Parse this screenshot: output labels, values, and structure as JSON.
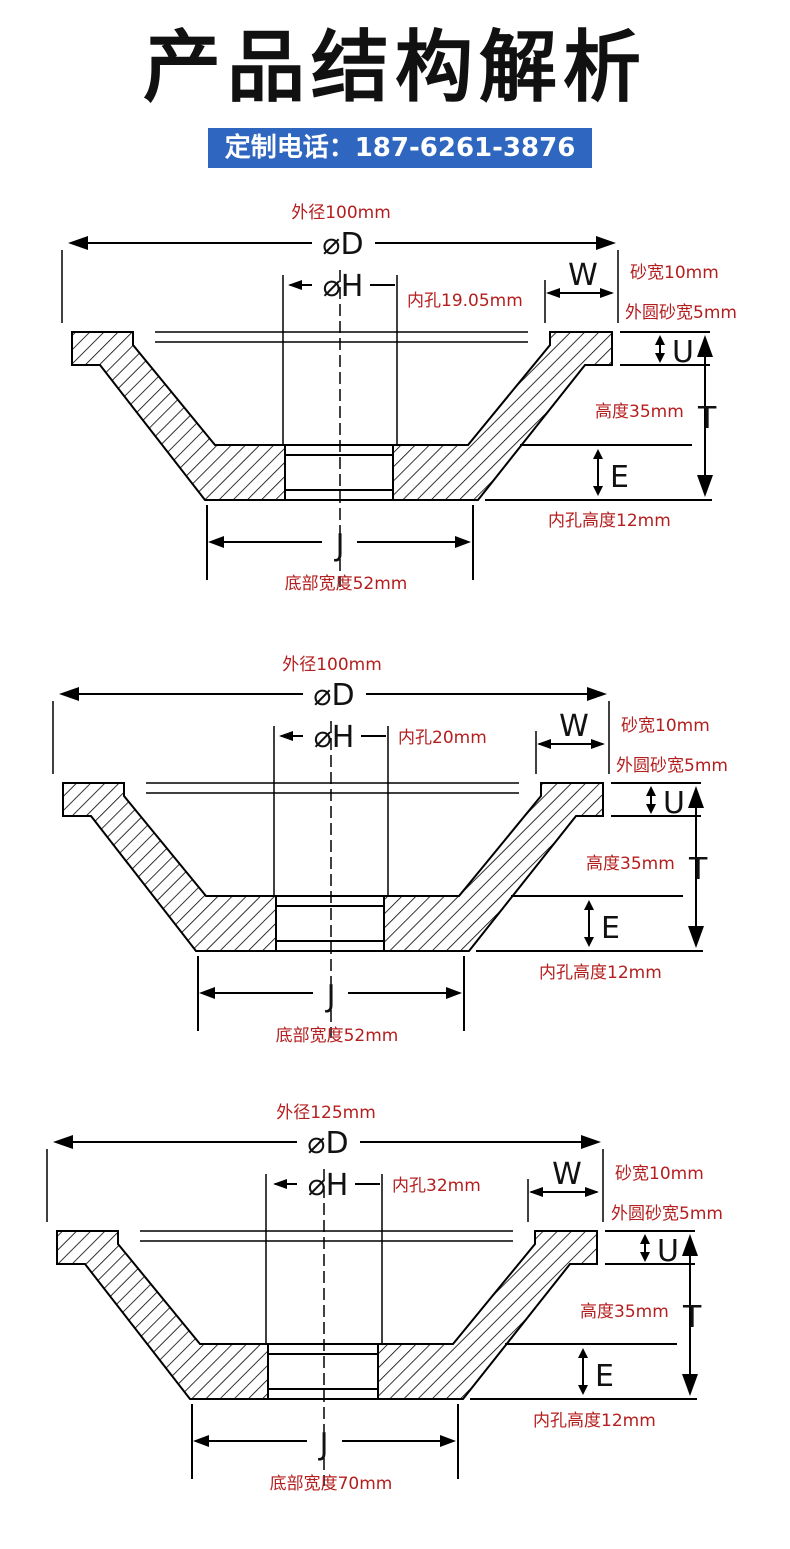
{
  "title": "产品结构解析",
  "contact": "定制电话：187-6261-3876",
  "symbols": {
    "D": "⌀D",
    "H": "⌀H",
    "W": "W",
    "U": "U",
    "T": "T",
    "E": "E",
    "J": "J"
  },
  "colors": {
    "label_red": "#b51e1e",
    "banner_blue": "#2e66c0"
  },
  "diagrams": [
    {
      "outer_diameter": "外径100mm",
      "bore": "内孔19.05mm",
      "sand_width": "砂宽10mm",
      "outer_sand_width": "外圆砂宽5mm",
      "height": "高度35mm",
      "bore_height": "内孔高度12mm",
      "bottom_width": "底部宽度52mm"
    },
    {
      "outer_diameter": "外径100mm",
      "bore": "内孔20mm",
      "sand_width": "砂宽10mm",
      "outer_sand_width": "外圆砂宽5mm",
      "height": "高度35mm",
      "bore_height": "内孔高度12mm",
      "bottom_width": "底部宽度52mm"
    },
    {
      "outer_diameter": "外径125mm",
      "bore": "内孔32mm",
      "sand_width": "砂宽10mm",
      "outer_sand_width": "外圆砂宽5mm",
      "height": "高度35mm",
      "bore_height": "内孔高度12mm",
      "bottom_width": "底部宽度70mm"
    }
  ]
}
